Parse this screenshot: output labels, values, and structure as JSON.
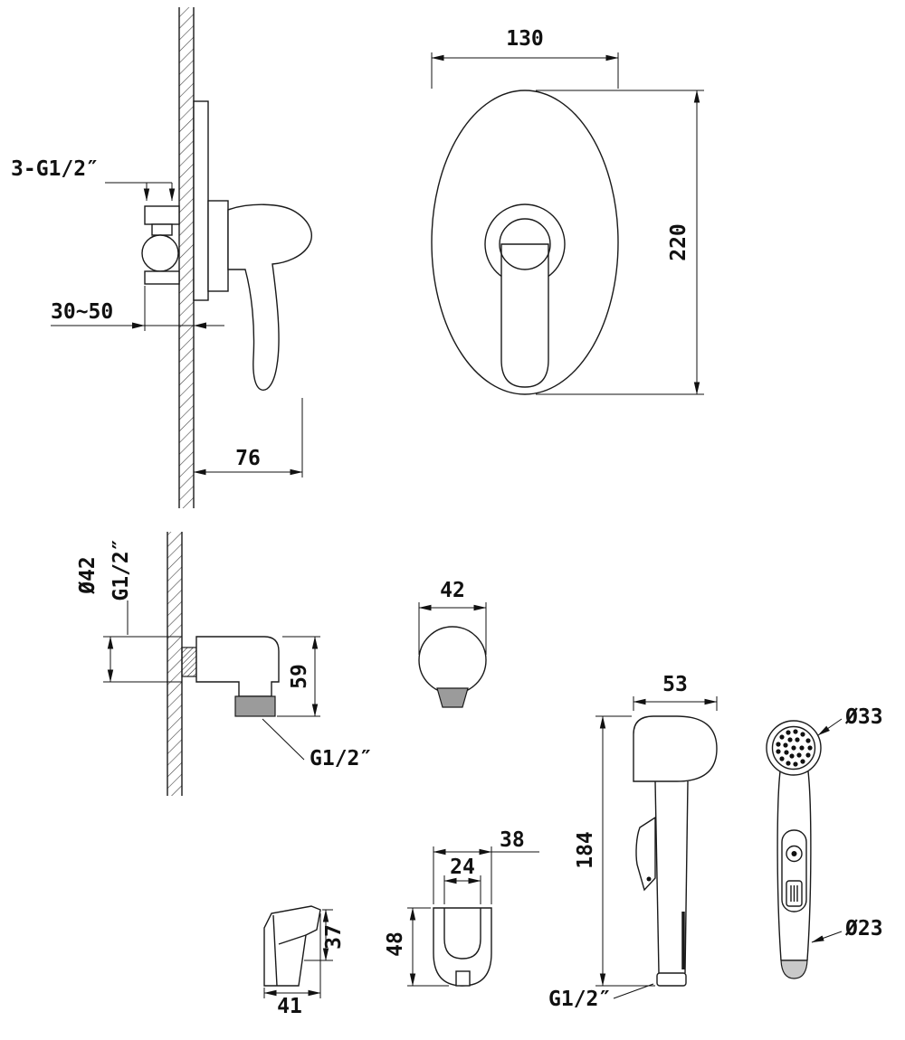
{
  "drawing": {
    "title": "concealed-bidet-mixer-technical-drawing",
    "views": {
      "mixer_side": {
        "thread_label": "3-G1/2″",
        "depth_label": "30~50",
        "width_label": "76"
      },
      "mixer_front": {
        "width_label": "130",
        "height_label": "220"
      },
      "wall_elbow": {
        "flange_label": "Ø42",
        "thread_top_label": "G1/2″",
        "height_label": "59",
        "outlet_thread_label": "G1/2″"
      },
      "holder_front": {
        "width_label": "42"
      },
      "holder_bracket_side": {
        "width_label": "41",
        "height_label": "37"
      },
      "holder_bracket_front": {
        "outer_width_label": "38",
        "inner_width_label": "24",
        "height_label": "48"
      },
      "sprayer_side": {
        "head_width_label": "53",
        "length_label": "184",
        "thread_label": "G1/2″"
      },
      "sprayer_front": {
        "head_diameter_label": "Ø33",
        "handle_diameter_label": "Ø23"
      }
    }
  }
}
